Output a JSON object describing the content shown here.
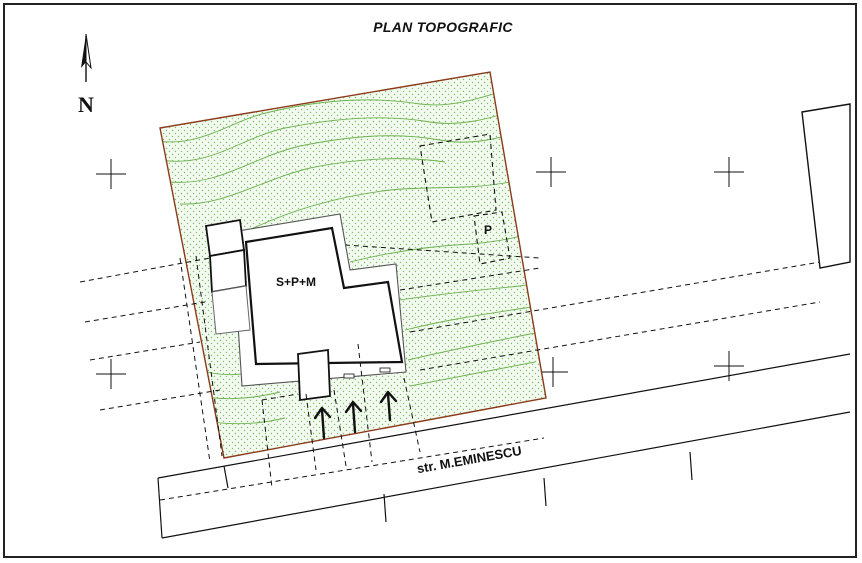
{
  "title": "PLAN TOPOGRAFIC",
  "north_label": "N",
  "building_label": "S+P+M",
  "parking_label": "P",
  "street_label": "str. M.EMINESCU",
  "icons": [
    "north-arrow-icon",
    "grid-cross-icon",
    "access-arrow-icon"
  ],
  "colors": {
    "lot_boundary": "#8b3a1a",
    "vegetation_fill": "#e8f4e4",
    "contour_lines": "#6db24f",
    "lines": "#111111"
  }
}
